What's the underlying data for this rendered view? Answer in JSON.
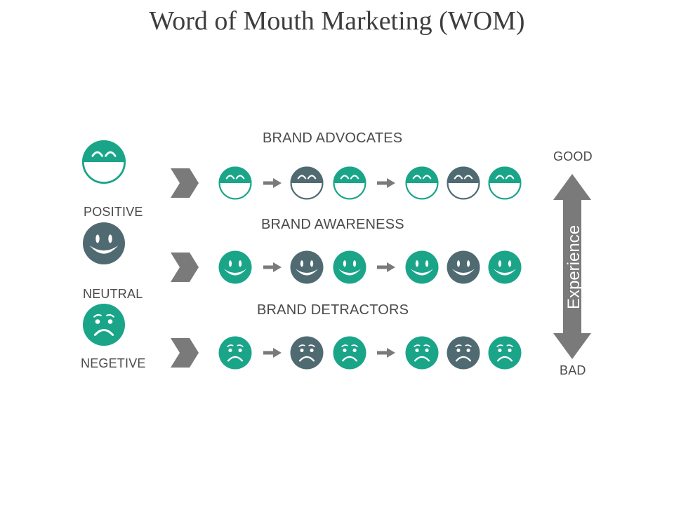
{
  "title": "Word of Mouth Marketing (WOM)",
  "legend": {
    "positive_label": "POSITIVE",
    "neutral_label": "NEUTRAL",
    "negative_label": "NEGETIVE"
  },
  "rows": [
    {
      "title": "BRAND ADVOCATES",
      "face": "laughing",
      "sequence": [
        "teal",
        "gray",
        "teal",
        "teal",
        "gray",
        "teal"
      ]
    },
    {
      "title": "BRAND AWARENESS",
      "face": "smile",
      "sequence": [
        "teal",
        "gray",
        "teal",
        "teal",
        "gray",
        "teal"
      ]
    },
    {
      "title": "BRAND DETRACTORS",
      "face": "sad",
      "sequence": [
        "teal",
        "gray",
        "teal",
        "teal",
        "gray",
        "teal"
      ]
    }
  ],
  "scale": {
    "top_label": "GOOD",
    "bottom_label": "BAD",
    "axis_label": "Experience"
  },
  "colors": {
    "teal": "#1aa589",
    "gray": "#506a71",
    "arrow": "#7a7a7a",
    "text": "#4a4a4a"
  }
}
